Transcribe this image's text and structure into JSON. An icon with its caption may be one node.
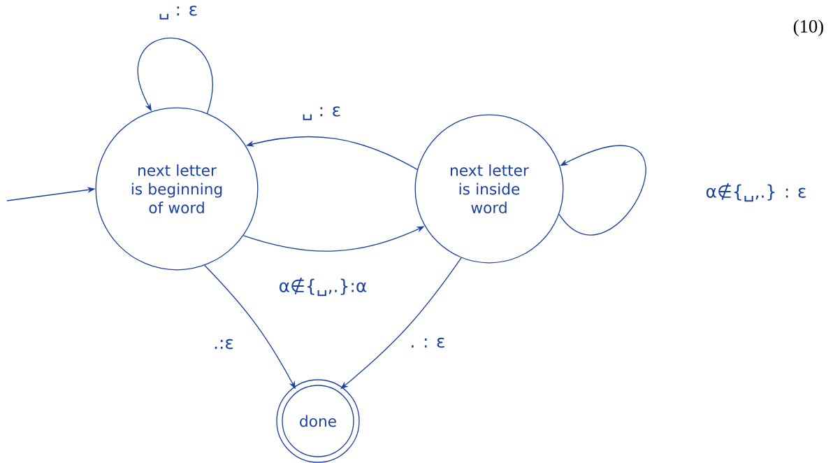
{
  "diagram": {
    "nodes": [
      {
        "text": [
          "next letter is beginning of word"
        ]
      },
      {
        "text": [
          "next letter is inside word"
        ]
      },
      {
        "text": [
          "done"
        ]
      }
    ],
    "edges": [
      {
        "from": null,
        "to": 0,
        "arrow": "to"
      },
      {
        "from": 0,
        "to": 0,
        "arrow": "to",
        "label": "␣ : ε"
      },
      {
        "from": 1,
        "to": 0,
        "arrow": "to",
        "label": "␣ : ε"
      },
      {
        "from": 0,
        "to": 1,
        "arrow": "to",
        "label": "α∉{␣,.}:α"
      },
      {
        "from": 1,
        "to": 1,
        "arrow": "to",
        "label": "α∉{␣,.} : ε"
      },
      {
        "from": 0,
        "to": 2,
        "arrow": "to",
        "label": ".:ε"
      },
      {
        "from": 1,
        "to": 2,
        "arrow": "to",
        "label": ". : ε"
      }
    ],
    "labels": [
      "(10)"
    ]
  }
}
